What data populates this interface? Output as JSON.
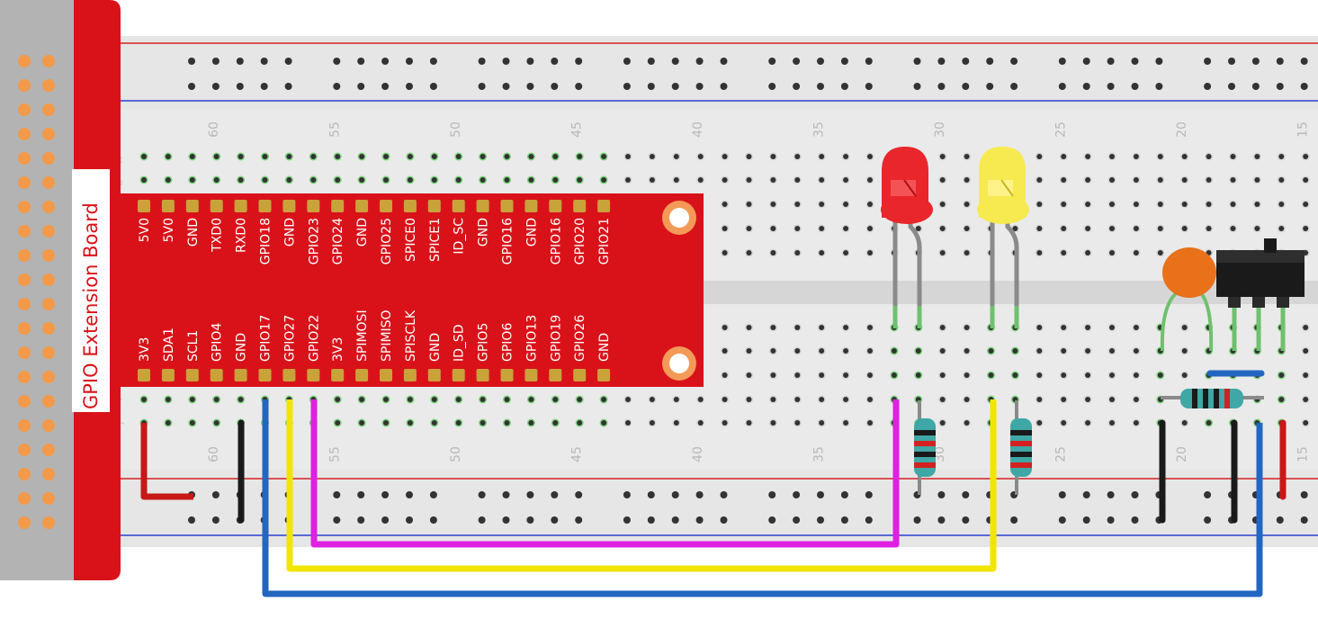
{
  "board": {
    "title": "GPIO Extension Board",
    "top_pins": [
      "5V0",
      "5V0",
      "GND",
      "TXD0",
      "RXD0",
      "GPIO18",
      "GND",
      "GPIO23",
      "GPIO24",
      "GND",
      "GPIO25",
      "SPICE0",
      "SPICE1",
      "ID_SC",
      "GND",
      "GPIO16",
      "GND",
      "GPIO16",
      "GPIO20",
      "GPIO21"
    ],
    "bottom_pins": [
      "3V3",
      "SDA1",
      "SCL1",
      "GPIO4",
      "GND",
      "GPIO17",
      "GPIO27",
      "GPIO22",
      "3V3",
      "SPIMOSI",
      "SPIMISO",
      "SPISCLK",
      "GND",
      "ID_SD",
      "GPIO5",
      "GPIO6",
      "GPIO13",
      "GPIO19",
      "GPIO26",
      "GND"
    ]
  },
  "breadboard": {
    "column_numbers": [
      "60",
      "55",
      "50",
      "45",
      "40",
      "35",
      "30",
      "25",
      "20",
      "15"
    ],
    "row_letters_top": [
      "A",
      "B"
    ],
    "row_letters_bottom": [
      "I",
      "J"
    ]
  },
  "components": {
    "led_1_color": "red",
    "led_2_color": "yellow",
    "capacitor": "ceramic",
    "switch": "slide-switch"
  },
  "wires": {
    "gpio17_color": "#2266c0",
    "gpio27_color": "#f2e600",
    "gpio22_color": "#e020e0",
    "power_color": "#c81818",
    "ground_color": "#1a1a1a"
  },
  "colors": {
    "board_red": "#d9121a",
    "pin_gold": "#c9a23a",
    "rail_red": "#d42020",
    "rail_blue": "#2a3fd0"
  }
}
